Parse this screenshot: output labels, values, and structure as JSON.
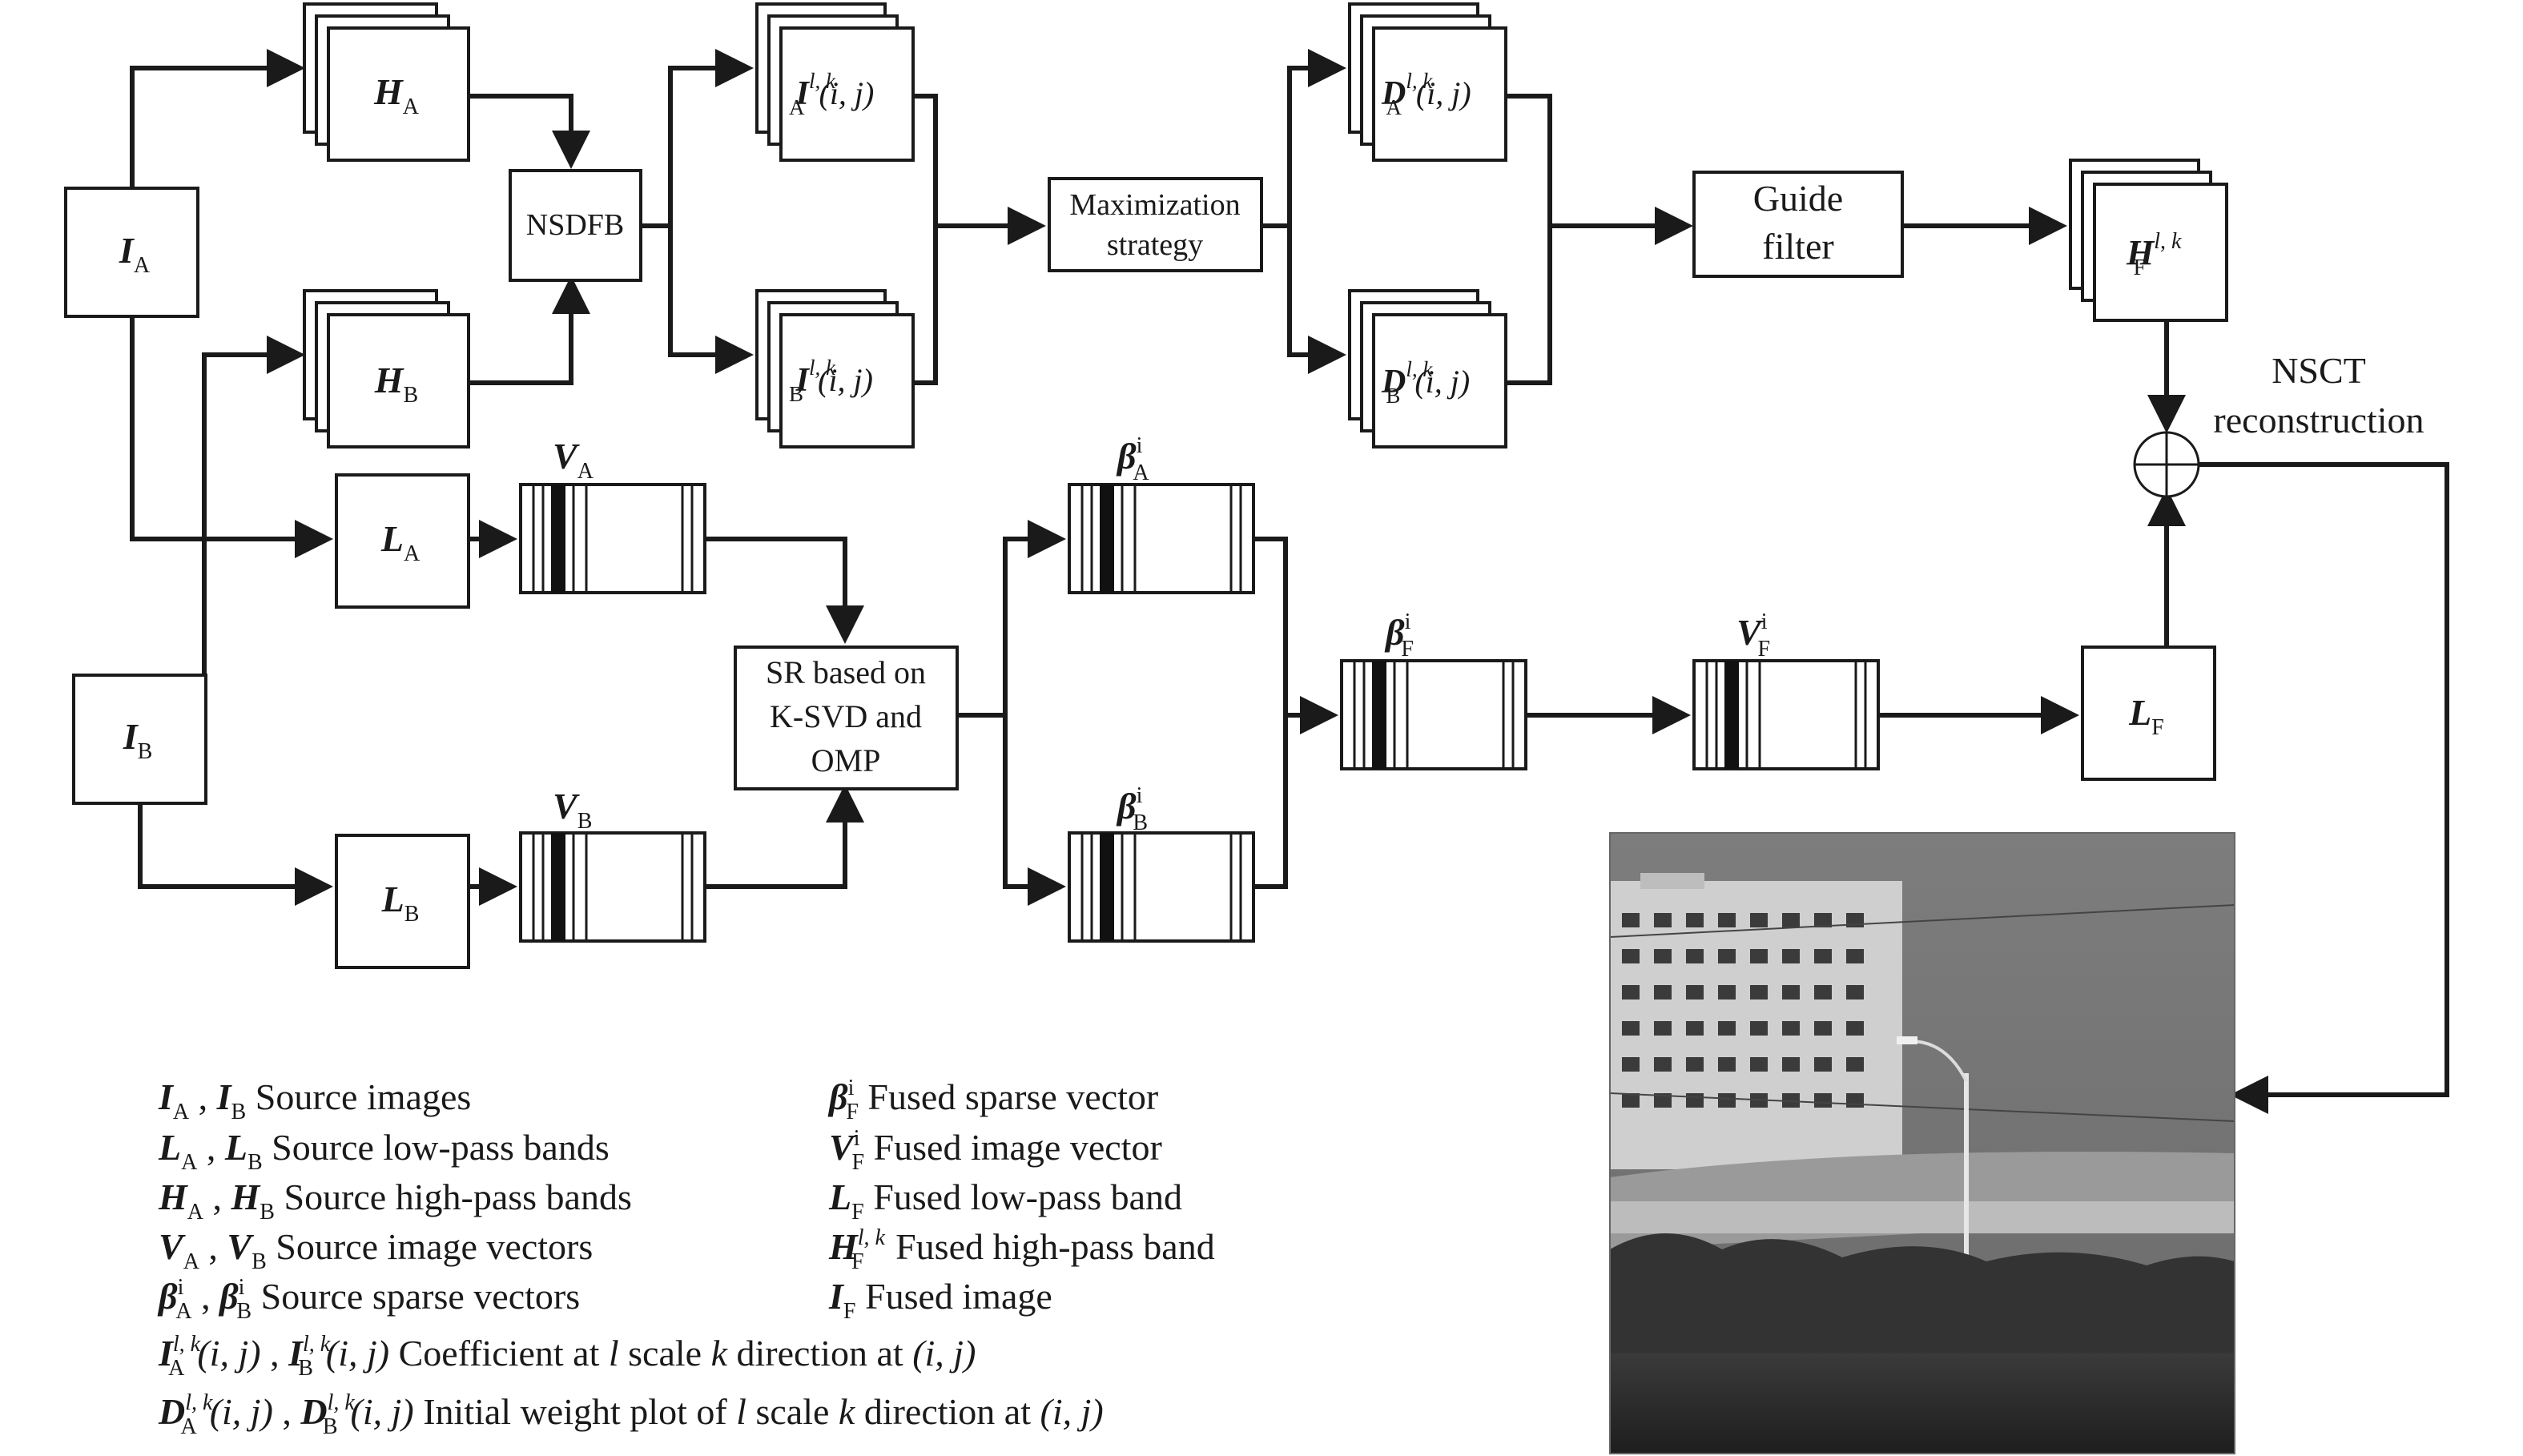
{
  "diagram": {
    "inputs": {
      "ia": {
        "sym": "I",
        "sub": "A"
      },
      "ib": {
        "sym": "I",
        "sub": "B"
      }
    },
    "high_pass": {
      "ha": {
        "sym": "H",
        "sub": "A"
      },
      "hb": {
        "sym": "H",
        "sub": "B"
      }
    },
    "low_pass": {
      "la": {
        "sym": "L",
        "sub": "A"
      },
      "lb": {
        "sym": "L",
        "sub": "B"
      }
    },
    "nsdfb": "NSDFB",
    "coeff": {
      "a": {
        "sym": "I",
        "sup": "l, k",
        "sub": "A",
        "arg": "(i, j)"
      },
      "b": {
        "sym": "I",
        "sup": "l, k",
        "sub": "B",
        "arg": "(i, j)"
      }
    },
    "maximization": {
      "line1": "Maximization",
      "line2": "strategy"
    },
    "weights": {
      "a": {
        "sym": "D",
        "sup": "l, k",
        "sub": "A",
        "arg": "(i, j)"
      },
      "b": {
        "sym": "D",
        "sup": "l, k",
        "sub": "B",
        "arg": "(i, j)"
      }
    },
    "guide_filter": {
      "line1": "Guide",
      "line2": "filter"
    },
    "fused_high": {
      "sym": "H",
      "sup": "l, k",
      "sub": "F"
    },
    "nsct": {
      "line1": "NSCT",
      "line2": "reconstruction"
    },
    "vectors": {
      "va": {
        "sym": "V",
        "sub": "A"
      },
      "vb": {
        "sym": "V",
        "sub": "B"
      },
      "beta_a": {
        "sym": "β",
        "sup": "i",
        "sub": "A"
      },
      "beta_b": {
        "sym": "β",
        "sup": "i",
        "sub": "B"
      },
      "beta_f": {
        "sym": "β",
        "sup": "i",
        "sub": "F"
      },
      "vf": {
        "sym": "V",
        "sup": "i",
        "sub": "F"
      }
    },
    "sr": {
      "line1": "SR based on",
      "line2": "K-SVD and",
      "line3": "OMP"
    },
    "fused_low": {
      "sym": "L",
      "sub": "F"
    }
  },
  "legend": {
    "left": [
      {
        "s1": "I",
        "b1": "A",
        "s2": "I",
        "b2": "B",
        "text": "Source images"
      },
      {
        "s1": "L",
        "b1": "A",
        "s2": "L",
        "b2": "B",
        "text": "Source low-pass bands"
      },
      {
        "s1": "H",
        "b1": "A",
        "s2": "H",
        "b2": "B",
        "text": "Source high-pass bands"
      },
      {
        "s1": "V",
        "b1": "A",
        "s2": "V",
        "b2": "B",
        "text": "Source image vectors"
      },
      {
        "s1": "β",
        "p1": "i",
        "b1": "A",
        "s2": "β",
        "p2": "i",
        "b2": "B",
        "text": "Source sparse vectors"
      }
    ],
    "right": [
      {
        "s": "β",
        "p": "i",
        "b": "F",
        "text": "Fused sparse vector"
      },
      {
        "s": "V",
        "p": "i",
        "b": "F",
        "text": "Fused image vector"
      },
      {
        "s": "L",
        "b": "F",
        "text": "Fused low-pass band"
      },
      {
        "s": "H",
        "p": "l, k",
        "b": "F",
        "text": "Fused high-pass band"
      },
      {
        "s": "I",
        "b": "F",
        "text": "Fused image"
      }
    ],
    "coeff_line": {
      "s1": "I",
      "p1": "l, k",
      "b1": "A",
      "arg1": "(i, j)",
      "s2": "I",
      "p2": "l, k",
      "b2": "B",
      "arg2": "(i, j)",
      "t1": "Coefficient at",
      "l": "l",
      "t2": "scale",
      "k": "k",
      "t3": "direction at",
      "arg": "(i, j)"
    },
    "weight_line": {
      "s1": "D",
      "p1": "l, k",
      "b1": "A",
      "arg1": "(i, j)",
      "s2": "D",
      "p2": "l, k",
      "b2": "B",
      "arg2": "(i, j)",
      "t1": "Initial weight plot of",
      "l": "l",
      "t2": "scale",
      "k": "k",
      "t3": "direction at",
      "arg": "(i, j)"
    }
  },
  "colors": {
    "ink": "#1a1a1a",
    "photo_sky": "#8a8a8a",
    "photo_dark": "#2b2b2b"
  }
}
